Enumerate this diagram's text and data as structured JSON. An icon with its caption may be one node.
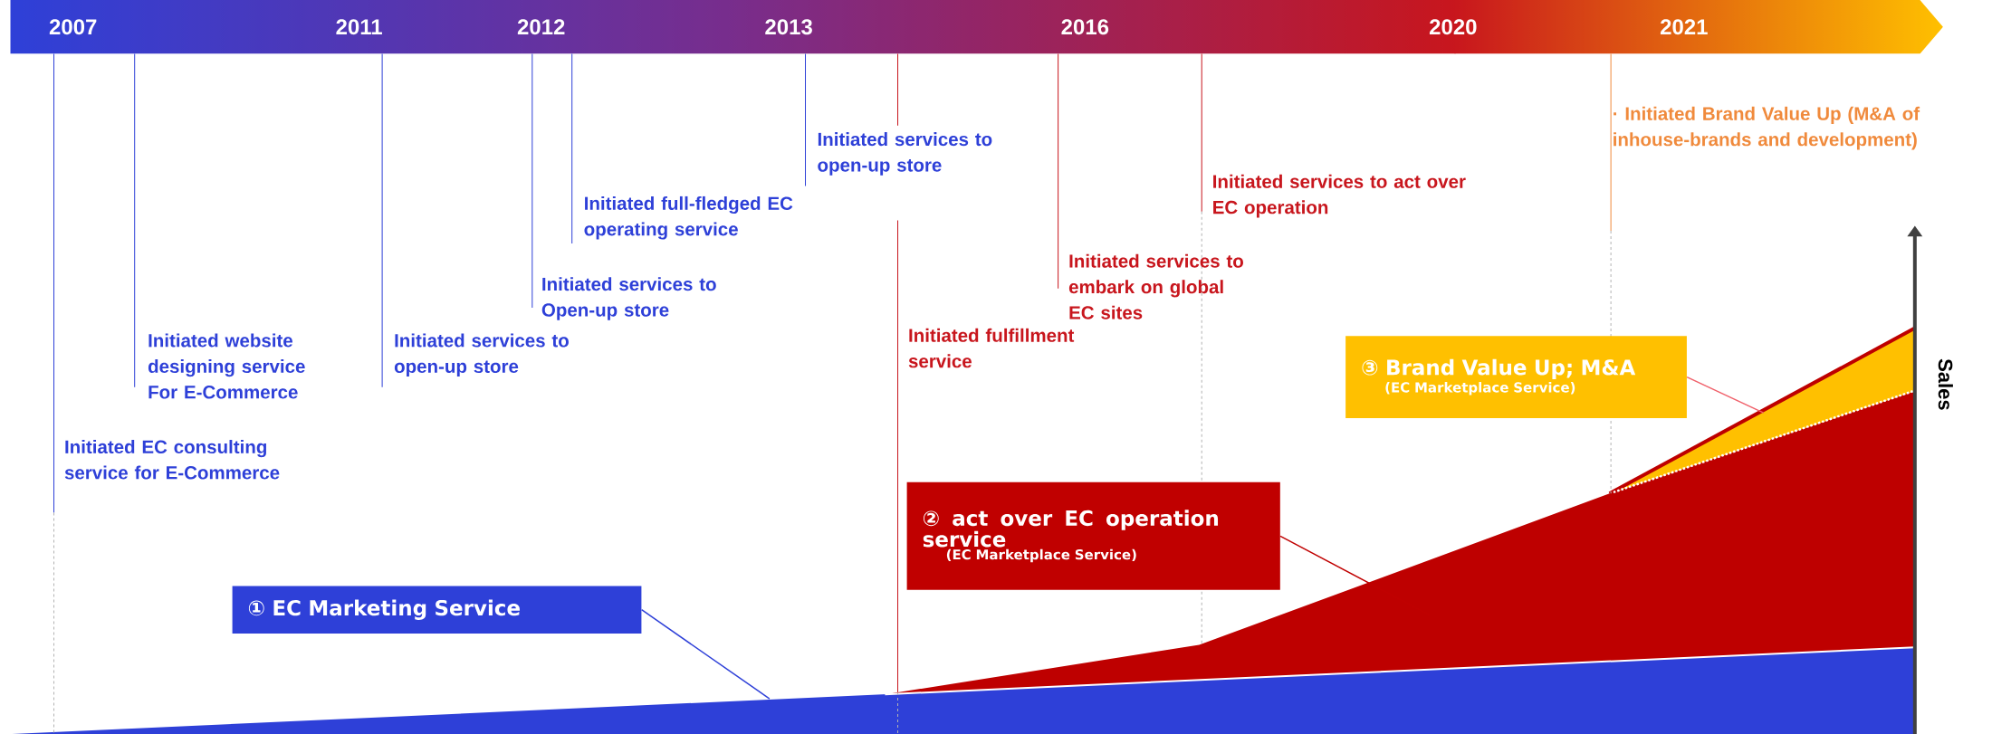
{
  "diagram": {
    "nodes": [
      {
        "text": [
          "① EC Marketing Service"
        ]
      },
      {
        "text": [
          "② act over EC operation service",
          "(EC Marketplace Service)"
        ]
      },
      {
        "text": [
          "③ Brand Value Up; M&A",
          "(EC Marketplace Service)"
        ]
      }
    ],
    "edges": [
      {
        "from": 0,
        "to": null,
        "arrow": "none",
        "color": "#2e40d8"
      },
      {
        "from": 1,
        "to": null,
        "arrow": "none",
        "color": "#c00000"
      },
      {
        "from": 2,
        "to": null,
        "arrow": "none",
        "color": "#f0606a"
      }
    ],
    "labels": [
      "2007",
      "2011",
      "2012",
      "2013",
      "2016",
      "2020",
      "2021",
      "Initiated EC consulting service for E-Commerce",
      "Initiated website designing service For E-Commerce",
      "Initiated services to open-up store",
      "Initiated services to Open-up store",
      "Initiated full-fledged EC operating service",
      "Initiated services to open-up store",
      "Initiated fulfillment service",
      "Initiated services to embark on global EC sites",
      "Initiated services to act over EC operation",
      "· Initiated Brand Value Up (M&A of inhouse-brands and development)",
      "Sales"
    ]
  }
}
